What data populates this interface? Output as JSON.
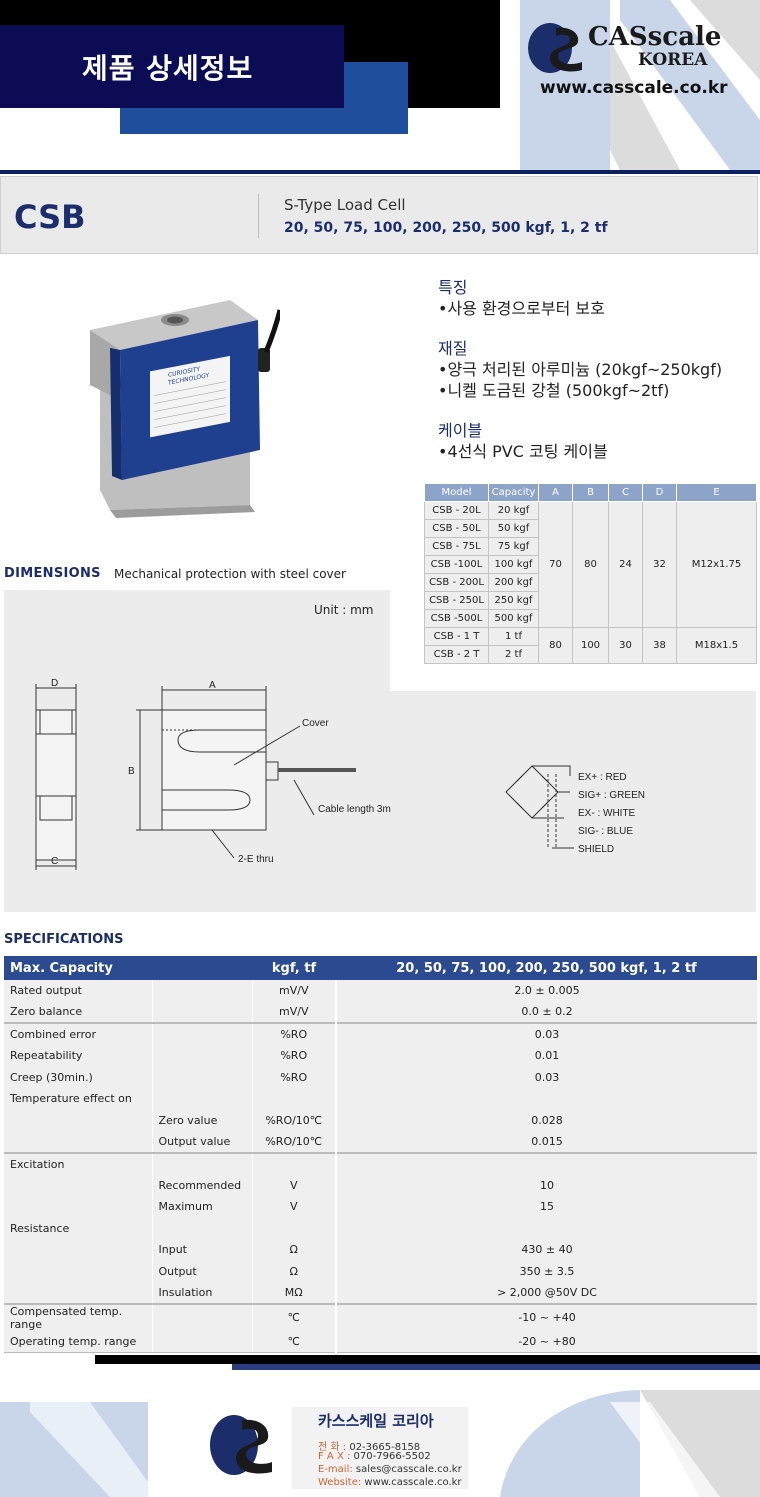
{
  "header": {
    "title": "제품 상세정보"
  },
  "logo": {
    "cas": "CAS",
    "scale": "scale",
    "korea": "KOREA",
    "url": "www.casscale.co.kr"
  },
  "model": {
    "name": "CSB",
    "type": "S-Type Load Cell",
    "capacities": "20, 50, 75, 100, 200, 250, 500 kgf, 1, 2 tf"
  },
  "features": [
    {
      "heading": "특징",
      "lines": [
        "•사용 환경으로부터 보호"
      ]
    },
    {
      "heading": "재질",
      "lines": [
        "•양극 처리된 아루미늄 (20kgf~250kgf)",
        "•니켈 도금된 강철 (500kgf~2tf)"
      ]
    },
    {
      "heading": "케이블",
      "lines": [
        "•4선식 PVC 코팅 케이블"
      ]
    }
  ],
  "product_label": {
    "brand1": "CURIOSITY",
    "brand2": "TECHNOLOGY"
  },
  "model_table": {
    "headers": [
      "Model",
      "Capacity",
      "A",
      "B",
      "C",
      "D",
      "E"
    ],
    "rows": [
      [
        "CSB - 20L",
        "20 kgf"
      ],
      [
        "CSB - 50L",
        "50 kgf"
      ],
      [
        "CSB - 75L",
        "75 kgf"
      ],
      [
        "CSB -100L",
        "100 kgf"
      ],
      [
        "CSB - 200L",
        "200 kgf"
      ],
      [
        "CSB - 250L",
        "250 kgf"
      ],
      [
        "CSB -500L",
        "500 kgf"
      ],
      [
        "CSB - 1 T",
        "1 tf"
      ],
      [
        "CSB - 2 T",
        "2 tf"
      ]
    ],
    "groups": [
      {
        "A": "70",
        "B": "80",
        "C": "24",
        "D": "32",
        "E": "M12x1.75"
      },
      {
        "A": "80",
        "B": "100",
        "C": "30",
        "D": "38",
        "E": "M18x1.5"
      }
    ]
  },
  "dimensions": {
    "title": "DIMENSIONS",
    "subtitle": "Mechanical protection with steel cover",
    "unit": "Unit : mm",
    "labels": {
      "d": "D",
      "c": "C",
      "a": "A",
      "b": "B",
      "cover": "Cover",
      "cable": "Cable length 3m",
      "thru": "2-E thru"
    },
    "wiring": [
      "EX+ : RED",
      "SIG+ : GREEN",
      "EX- : WHITE",
      "SIG- : BLUE",
      "SHIELD"
    ]
  },
  "specs": {
    "title": "SPECIFICATIONS",
    "header": [
      "Max. Capacity",
      "kgf, tf",
      "20, 50, 75, 100, 200, 250, 500 kgf, 1, 2 tf"
    ],
    "rows": [
      [
        "Rated output",
        "",
        "mV/V",
        "2.0 ± 0.005"
      ],
      [
        "Zero balance",
        "",
        "mV/V",
        "0.0 ± 0.2"
      ],
      [
        "Combined error",
        "",
        "%RO",
        "0.03"
      ],
      [
        "Repeatability",
        "",
        "%RO",
        "0.01"
      ],
      [
        "Creep (30min.)",
        "",
        "%RO",
        "0.03"
      ],
      [
        "Temperature effect on",
        "",
        "",
        ""
      ],
      [
        "",
        "Zero value",
        "%RO/10℃",
        "0.028"
      ],
      [
        "",
        "Output  value",
        "%RO/10℃",
        "0.015"
      ],
      [
        "Excitation",
        "",
        "",
        ""
      ],
      [
        "",
        "Recommended",
        "V",
        "10"
      ],
      [
        "",
        "Maximum",
        "V",
        "15"
      ],
      [
        "Resistance",
        "",
        "",
        ""
      ],
      [
        "",
        "Input",
        "Ω",
        "430 ± 40"
      ],
      [
        "",
        "Output",
        "Ω",
        "350 ± 3.5"
      ],
      [
        "",
        "Insulation",
        "MΩ",
        "> 2,000 @50V DC"
      ],
      [
        "Compensated temp. range",
        "",
        "℃",
        "-10 ~ +40"
      ],
      [
        "Operating temp. range",
        "",
        "℃",
        "-20 ~ +80"
      ]
    ]
  },
  "footer": {
    "company": "카스스케일 코리아",
    "phone_label": "전 화 :",
    "phone": "02-3665-8158",
    "fax_label": "F A X :",
    "fax": "070-7966-5502",
    "email_label": "E-mail:",
    "email": "sales@casscale.co.kr",
    "web_label": "Website:",
    "web": "www.casscale.co.kr"
  },
  "colors": {
    "navy": "#0c0c55",
    "blue": "#1f4e9c",
    "table_header": "#2b4a90",
    "accent_text": "#1b2d6b"
  }
}
